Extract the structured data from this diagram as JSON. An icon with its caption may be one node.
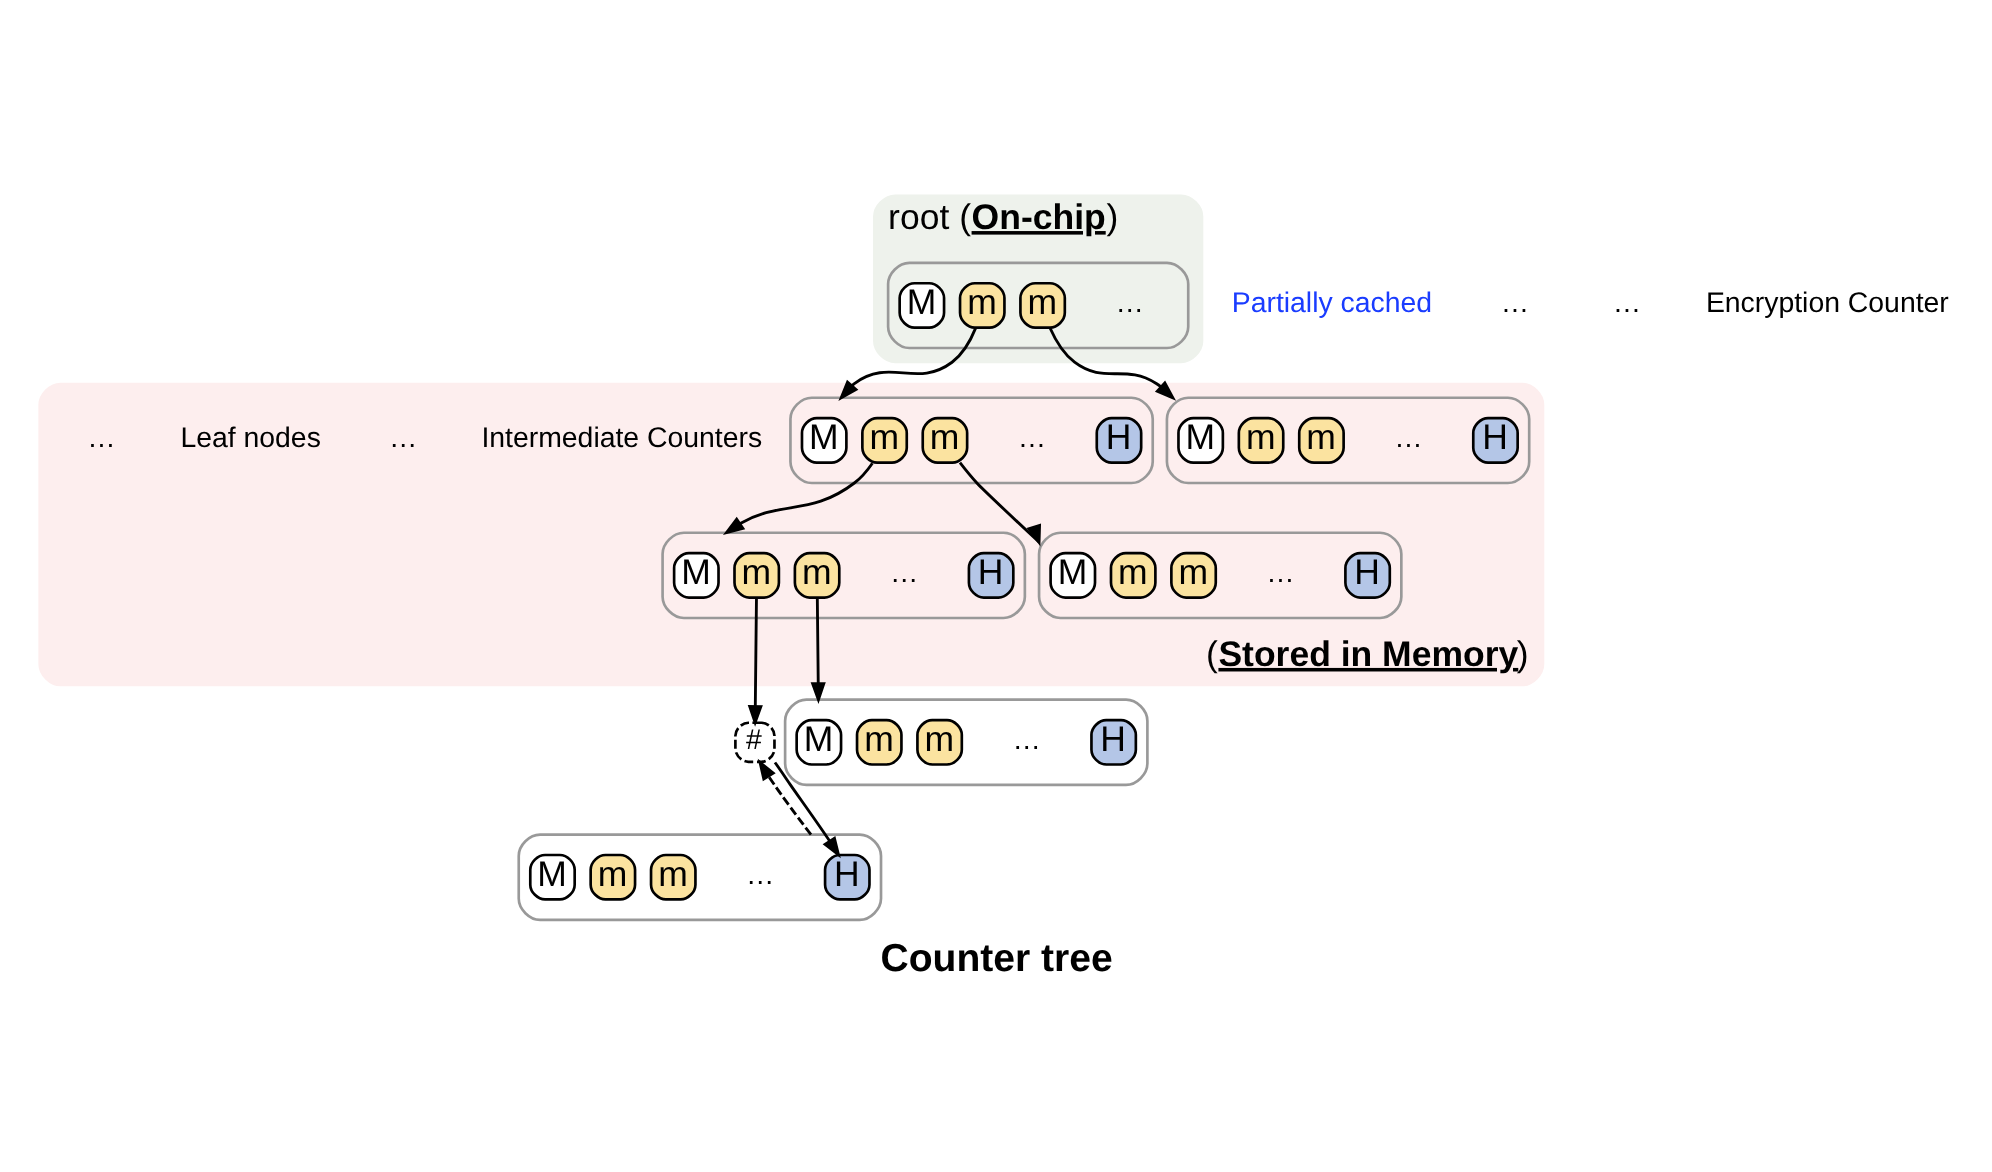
{
  "diagram": {
    "caption": "Counter tree",
    "nodes": [
      {
        "text": [
          "root (**On-chip**)"
        ]
      },
      {
        "text": [],
        "shape": "box",
        "in": 0
      },
      {
        "text": [
          "M"
        ],
        "in": 1
      },
      {
        "text": [
          "m"
        ],
        "in": 1
      },
      {
        "text": [
          "m"
        ],
        "in": 1
      },
      {
        "text": [
          "(**Stored in Memory**)"
        ]
      },
      {
        "text": [],
        "shape": "box",
        "in": 5
      },
      {
        "text": [
          "M"
        ],
        "in": 6
      },
      {
        "text": [
          "m"
        ],
        "in": 6
      },
      {
        "text": [
          "m"
        ],
        "in": 6
      },
      {
        "text": [
          "H"
        ],
        "in": 6
      },
      {
        "text": [],
        "shape": "box",
        "in": 5
      },
      {
        "text": [
          "M"
        ],
        "in": 11
      },
      {
        "text": [
          "m"
        ],
        "in": 11
      },
      {
        "text": [
          "m"
        ],
        "in": 11
      },
      {
        "text": [
          "H"
        ],
        "in": 11
      },
      {
        "text": [],
        "shape": "box",
        "in": 5
      },
      {
        "text": [
          "M"
        ],
        "in": 16
      },
      {
        "text": [
          "m"
        ],
        "in": 16
      },
      {
        "text": [
          "m"
        ],
        "in": 16
      },
      {
        "text": [
          "H"
        ],
        "in": 16
      },
      {
        "text": [],
        "shape": "box",
        "in": 5
      },
      {
        "text": [
          "M"
        ],
        "in": 21
      },
      {
        "text": [
          "m"
        ],
        "in": 21
      },
      {
        "text": [
          "m"
        ],
        "in": 21
      },
      {
        "text": [
          "H"
        ],
        "in": 21
      },
      {
        "text": [
          "#"
        ]
      },
      {
        "text": [],
        "shape": "box"
      },
      {
        "text": [
          "M"
        ],
        "in": 27
      },
      {
        "text": [
          "m"
        ],
        "in": 27
      },
      {
        "text": [
          "m"
        ],
        "in": 27
      },
      {
        "text": [
          "H"
        ],
        "in": 27
      },
      {
        "text": [],
        "shape": "box"
      },
      {
        "text": [
          "M"
        ],
        "in": 32
      },
      {
        "text": [
          "m"
        ],
        "in": 32
      },
      {
        "text": [
          "m"
        ],
        "in": 32
      },
      {
        "text": [
          "H"
        ],
        "in": 32
      }
    ],
    "edges": [
      {
        "from": 3,
        "to": 6,
        "arrow": "to"
      },
      {
        "from": 4,
        "to": 11,
        "arrow": "to"
      },
      {
        "from": 8,
        "to": 16,
        "arrow": "to"
      },
      {
        "from": 9,
        "to": 21,
        "arrow": "to"
      },
      {
        "from": 18,
        "to": 26,
        "arrow": "to"
      },
      {
        "from": 19,
        "to": 32,
        "arrow": "to"
      },
      {
        "from": 26,
        "to": 31,
        "arrow": "to"
      },
      {
        "from": 27,
        "to": 26,
        "arrow": "to",
        "style": "dashed"
      }
    ],
    "labels": [
      "…",
      "Intermediate Counters",
      "…",
      "…",
      "…",
      "Leaf nodes",
      "…",
      "…",
      "…",
      "Partially cached",
      "…",
      "…",
      "…",
      "…",
      "Encryption Counter"
    ]
  }
}
